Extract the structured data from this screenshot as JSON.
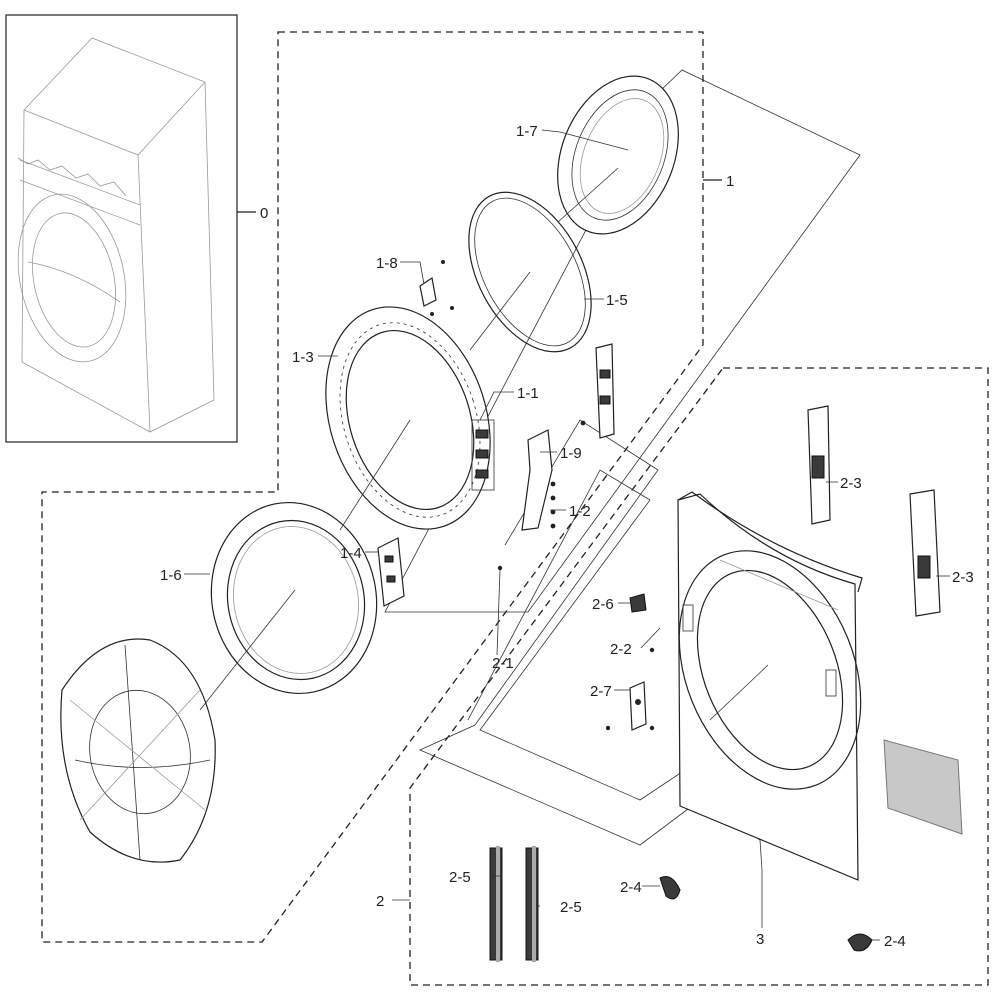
{
  "diagram": {
    "callouts": {
      "c0": "0",
      "c1": "1",
      "c1_1": "1-1",
      "c1_2": "1-2",
      "c1_3": "1-3",
      "c1_4": "1-4",
      "c1_5": "1-5",
      "c1_6": "1-6",
      "c1_7": "1-7",
      "c1_8": "1-8",
      "c1_9": "1-9",
      "c2": "2",
      "c2_1": "2-1",
      "c2_2": "2-2",
      "c2_3a": "2-3",
      "c2_3b": "2-3",
      "c2_4a": "2-4",
      "c2_4b": "2-4",
      "c2_5a": "2-5",
      "c2_5b": "2-5",
      "c2_6": "2-6",
      "c2_7": "2-7",
      "c3": "3"
    },
    "colors": {
      "line": "#222222",
      "label_sheet": "#c8c8c8"
    }
  }
}
